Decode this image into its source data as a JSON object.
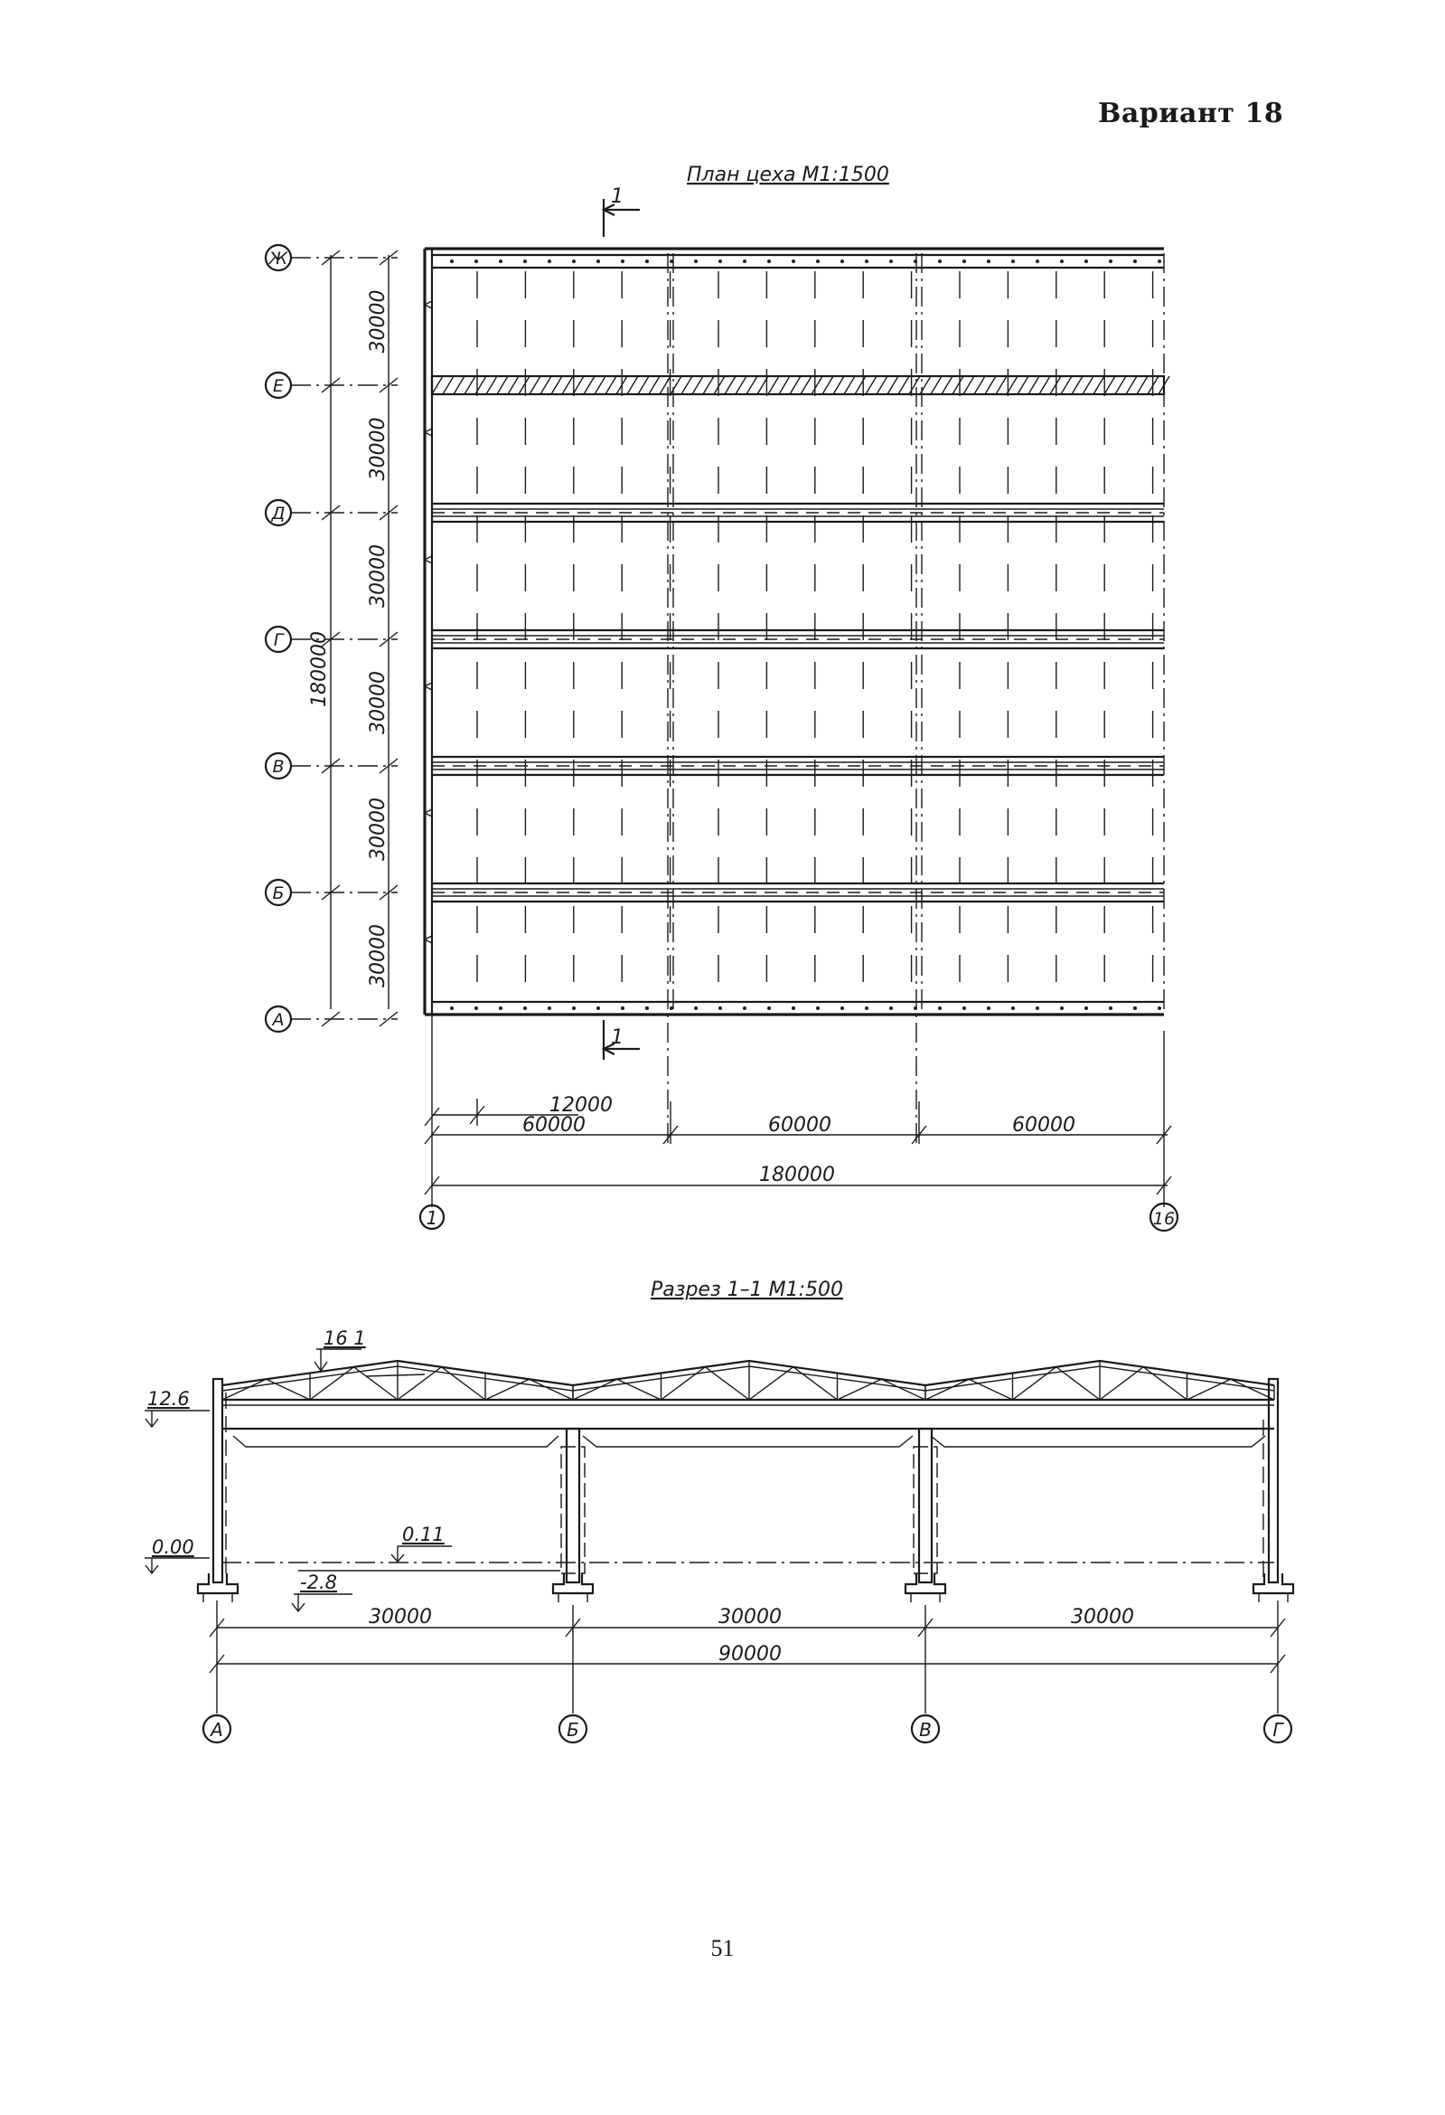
{
  "header": {
    "variant": "Вариант 18"
  },
  "plan": {
    "title": "План цеха М1:1500",
    "section_mark": "1",
    "row_axes": [
      "Ж",
      "Е",
      "Д",
      "Г",
      "В",
      "Б",
      "А"
    ],
    "row_span_dims": [
      "30000",
      "30000",
      "30000",
      "30000",
      "30000",
      "30000"
    ],
    "total_height_dim": "180000",
    "step_dim": "12000",
    "bay_dims": [
      "60000",
      "60000",
      "60000"
    ],
    "total_width_dim": "180000",
    "column_axes": [
      "1",
      "16"
    ]
  },
  "section": {
    "title": "Разрез 1–1 М1:500",
    "elevations": [
      "12.6",
      "0.00",
      "-2.8",
      "0.11"
    ],
    "roof_label": "16 1",
    "span_dims": [
      "30000",
      "30000",
      "30000"
    ],
    "total_dim": "90000",
    "axes": [
      "А",
      "Б",
      "В",
      "Г"
    ]
  },
  "footer": {
    "page_number": "51"
  }
}
